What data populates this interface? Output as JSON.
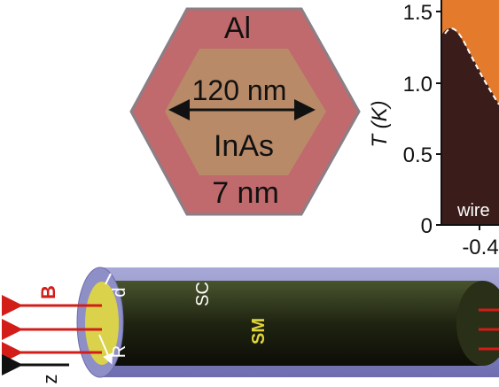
{
  "hexagon_figure": {
    "outer_label": "Al",
    "width_label": "120 nm",
    "inner_label": "InAs",
    "shell_label": "7 nm",
    "colors": {
      "shell": "#c06a6d",
      "core": "#b88a68",
      "shell_border": "#8a7f86",
      "arrow": "#111111"
    }
  },
  "phase_plot": {
    "y_axis_label": "T (K)",
    "y_ticks": [
      "1.5",
      "1.0",
      "0.5",
      "0"
    ],
    "x_tick": "-0.4",
    "region_label": "wire",
    "colors": {
      "hot_region": "#e37a2c",
      "cold_region": "#3a1d1a",
      "boundary": "#ffffff"
    }
  },
  "wire_figure": {
    "field_label": "B",
    "axis_label": "z",
    "thickness_label": "d",
    "radius_label": "R",
    "shell_label": "SC",
    "core_label": "SM",
    "colors": {
      "field_arrow": "#d21d18",
      "shell": "#8f8fc8",
      "core": "#1f2411",
      "core_face": "#d9d24a",
      "core_text": "#e0d43c",
      "axis_arrow": "#111111"
    }
  }
}
